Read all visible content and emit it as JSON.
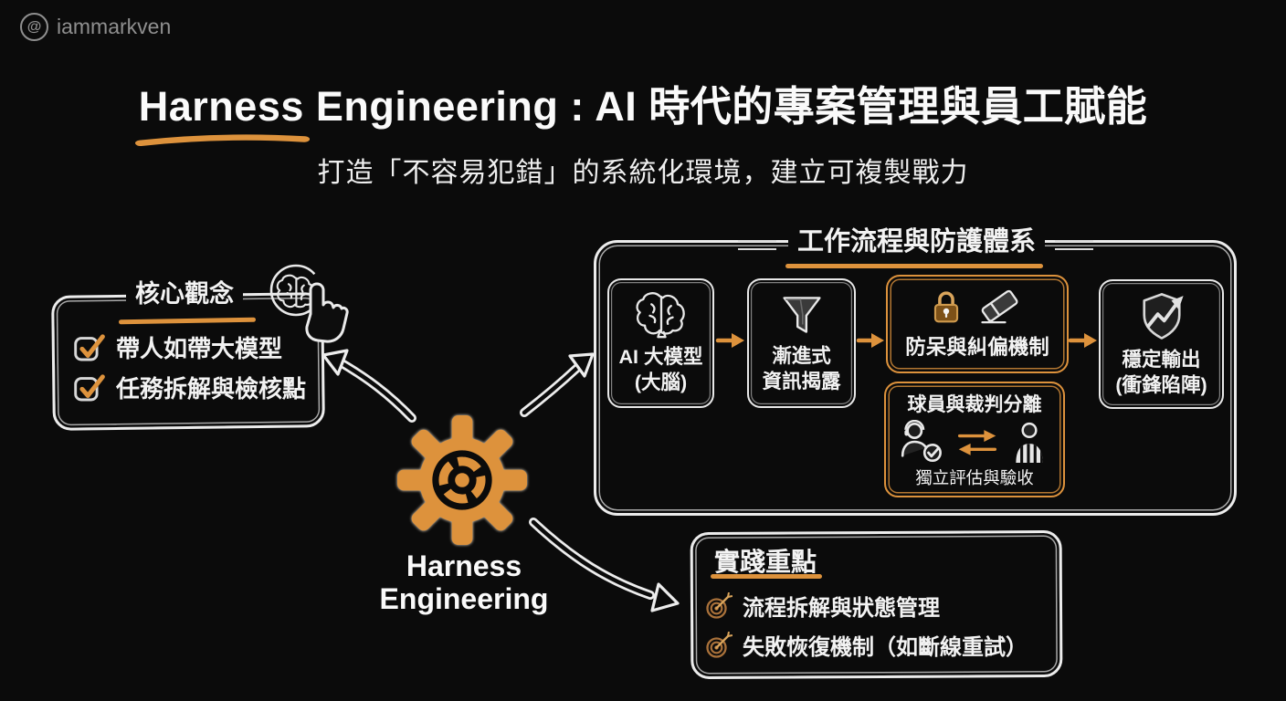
{
  "watermark": {
    "logo_glyph": "@",
    "handle": "iammarkven"
  },
  "header": {
    "title_highlight": "Harness",
    "title_rest": "Engineering : AI 時代的專案管理與員工賦能",
    "subtitle": "打造「不容易犯錯」的系統化環境，建立可複製戰力"
  },
  "core": {
    "title": "核心觀念",
    "corner_icon": "brain-tap-icon",
    "items": [
      {
        "icon": "checkbox-check-icon",
        "label": "帶人如帶大模型"
      },
      {
        "icon": "checkbox-check-icon",
        "label": "任務拆解與檢核點"
      }
    ]
  },
  "hub": {
    "icon": "gear-icon",
    "line1": "Harness",
    "line2": "Engineering"
  },
  "workflow": {
    "title": "工作流程與防護體系",
    "steps": [
      {
        "icon": "brain-icon",
        "line1": "AI 大模型",
        "line2": "(大腦)"
      },
      {
        "icon": "funnel-icon",
        "line1": "漸進式",
        "line2": "資訊揭露"
      },
      {
        "icons": [
          "lock-icon",
          "eraser-icon"
        ],
        "label": "防呆與糾偏機制",
        "highlight": true
      },
      {
        "icon": "shield-growth-icon",
        "line1": "穩定輸出",
        "line2": "(衝鋒陷陣)"
      }
    ],
    "subbox": {
      "title": "球員與裁判分離",
      "icons": [
        "player-icon",
        "swap-arrows-icon",
        "referee-icon"
      ],
      "caption": "獨立評估與驗收"
    }
  },
  "practice": {
    "title": "實踐重點",
    "items": [
      {
        "icon": "dart-target-icon",
        "label": "流程拆解與狀態管理"
      },
      {
        "icon": "dart-target-icon",
        "label": "失敗恢復機制（如斷線重試）"
      }
    ]
  },
  "colors": {
    "background": "#0b0b0b",
    "accent": "#dd923c",
    "text": "#f3f3f3",
    "muted": "#8f8f8f"
  }
}
